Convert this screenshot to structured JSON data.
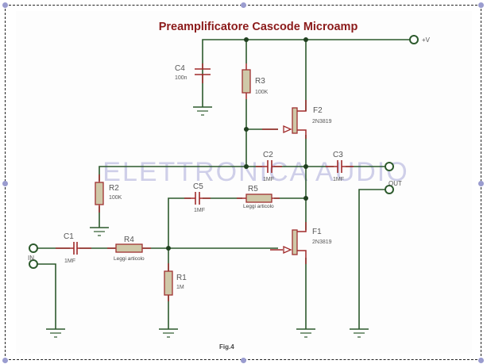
{
  "title": "Preamplificatore Cascode Microamp",
  "figure_label": "Fig.4",
  "watermark": "ELETTRONICA AUDIO",
  "colors": {
    "title": "#8b1a1a",
    "wire": "#2d5a2d",
    "wire_light": "#5f8f5f",
    "pin": "#a02a2a",
    "component_fill": "#cfc8a8",
    "component_stroke": "#a03030",
    "label": "#555555",
    "handle": "#9a9ccf",
    "watermark": "#c8c8e6"
  },
  "terminals": {
    "vplus": "+V",
    "input": "IN",
    "output": "OUT"
  },
  "components": {
    "C1": {
      "ref": "C1",
      "value": "1MF"
    },
    "C2": {
      "ref": "C2",
      "value": "1MF"
    },
    "C3": {
      "ref": "C3",
      "value": "1MF"
    },
    "C4": {
      "ref": "C4",
      "value": "100n"
    },
    "C5": {
      "ref": "C5",
      "value": "1MF"
    },
    "R1": {
      "ref": "R1",
      "value": "1M"
    },
    "R2": {
      "ref": "R2",
      "value": "100K"
    },
    "R3": {
      "ref": "R3",
      "value": "100K"
    },
    "R4": {
      "ref": "R4",
      "value": "Leggi articolo"
    },
    "R5": {
      "ref": "R5",
      "value": "Leggi articolo"
    },
    "F1": {
      "ref": "F1",
      "value": "2N3819"
    },
    "F2": {
      "ref": "F2",
      "value": "2N3819"
    }
  }
}
